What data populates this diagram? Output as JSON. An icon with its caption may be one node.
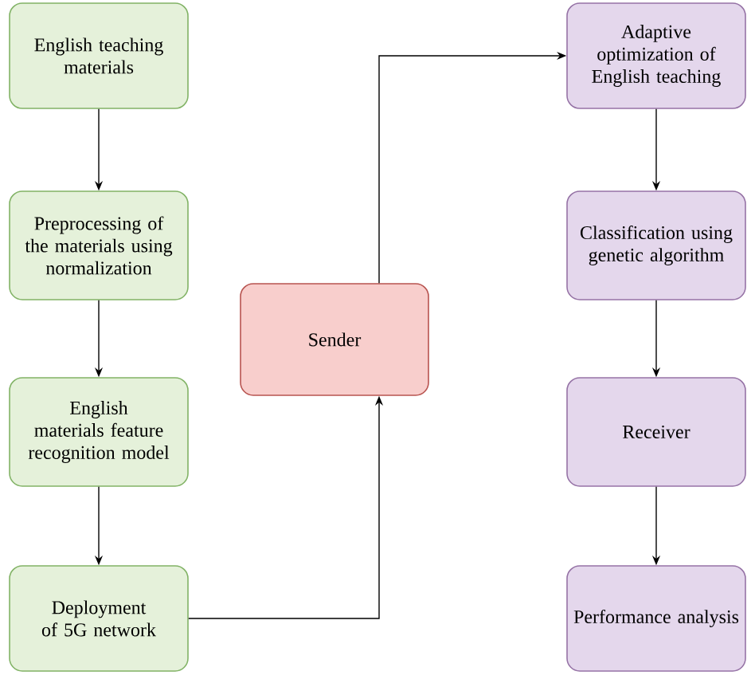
{
  "diagram": {
    "nodes": [
      {
        "text": [
          "English teaching materials"
        ]
      },
      {
        "text": [
          "Preprocessing of the materials using normalization"
        ]
      },
      {
        "text": [
          "English materials feature recognition model"
        ]
      },
      {
        "text": [
          "Deployment of 5G network"
        ]
      },
      {
        "text": [
          "Sender"
        ]
      },
      {
        "text": [
          "Adaptive optimization of English teaching"
        ]
      },
      {
        "text": [
          "Classification using genetic algorithm"
        ]
      },
      {
        "text": [
          "Receiver"
        ]
      },
      {
        "text": [
          "Performance analysis"
        ]
      }
    ],
    "edges": [
      {
        "from": 0,
        "to": 1,
        "arrow": "to"
      },
      {
        "from": 1,
        "to": 2,
        "arrow": "to"
      },
      {
        "from": 2,
        "to": 3,
        "arrow": "to"
      },
      {
        "from": 3,
        "to": 4,
        "arrow": "to"
      },
      {
        "from": 4,
        "to": 5,
        "arrow": "to"
      },
      {
        "from": 5,
        "to": 6,
        "arrow": "to"
      },
      {
        "from": 6,
        "to": 7,
        "arrow": "to"
      },
      {
        "from": 7,
        "to": 8,
        "arrow": "to"
      }
    ]
  }
}
